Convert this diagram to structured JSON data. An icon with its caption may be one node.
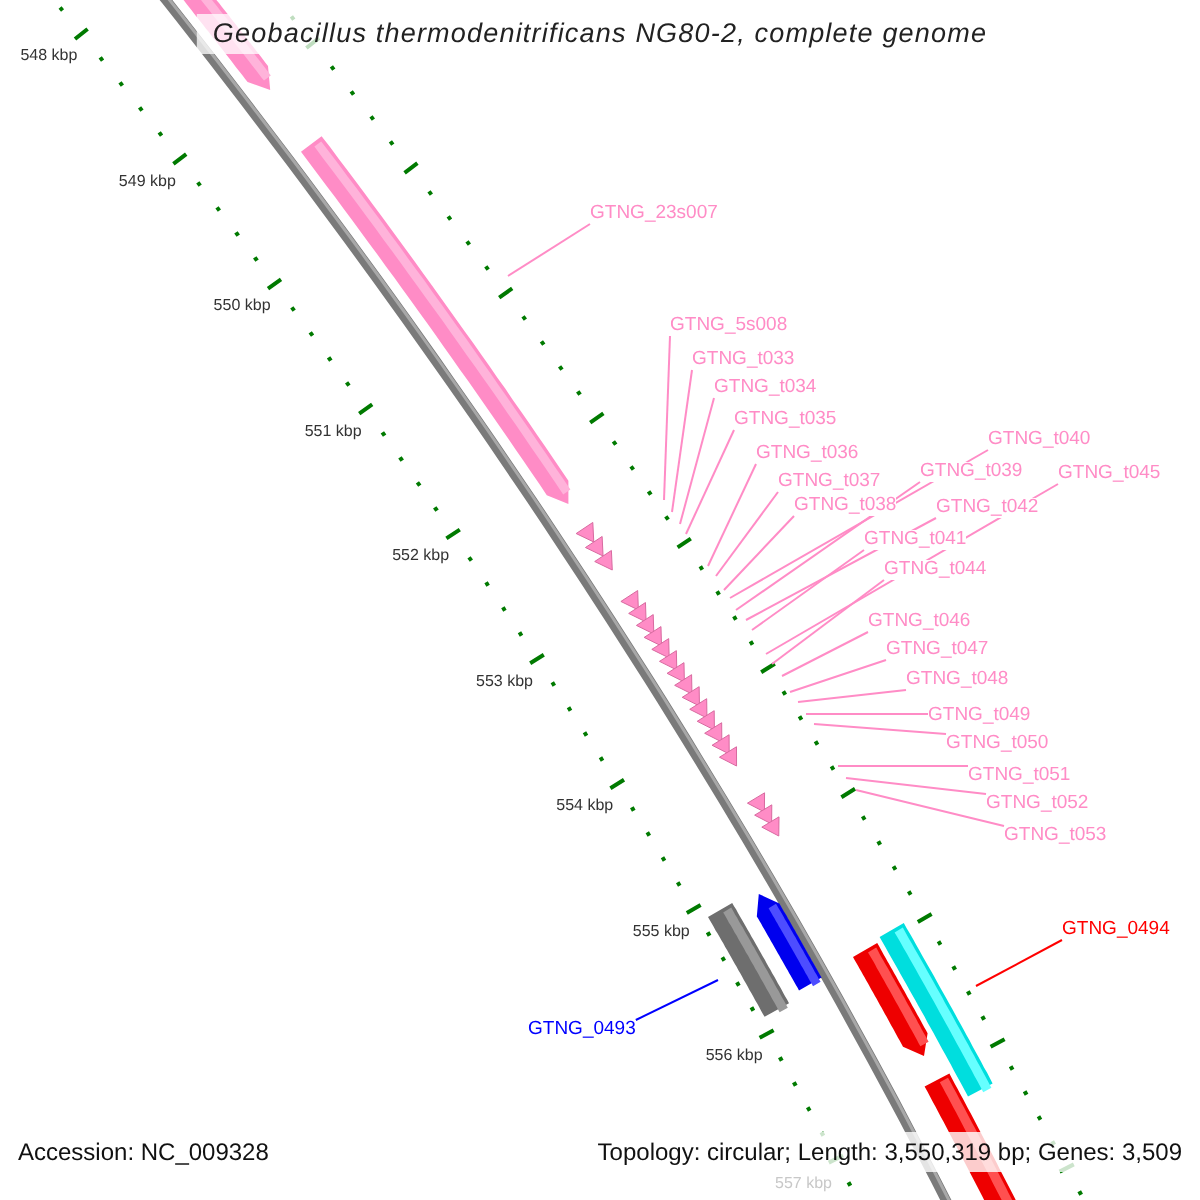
{
  "diagram": {
    "title": "Geobacillus thermodenitrificans NG80-2, complete genome",
    "nodes": [
      {
        "text": [
          "GTNG_23s007"
        ]
      },
      {
        "text": [
          "GTNG_5s008"
        ]
      },
      {
        "text": [
          "GTNG_t033"
        ]
      },
      {
        "text": [
          "GTNG_t034"
        ]
      },
      {
        "text": [
          "GTNG_t035"
        ]
      },
      {
        "text": [
          "GTNG_t036"
        ]
      },
      {
        "text": [
          "GTNG_t037"
        ]
      },
      {
        "text": [
          "GTNG_t038"
        ]
      },
      {
        "text": [
          "GTNG_t039"
        ]
      },
      {
        "text": [
          "GTNG_t040"
        ]
      },
      {
        "text": [
          "GTNG_t041"
        ]
      },
      {
        "text": [
          "GTNG_t042"
        ]
      },
      {
        "text": [
          "GTNG_t044"
        ]
      },
      {
        "text": [
          "GTNG_t045"
        ]
      },
      {
        "text": [
          "GTNG_t046"
        ]
      },
      {
        "text": [
          "GTNG_t047"
        ]
      },
      {
        "text": [
          "GTNG_t048"
        ]
      },
      {
        "text": [
          "GTNG_t049"
        ]
      },
      {
        "text": [
          "GTNG_t050"
        ]
      },
      {
        "text": [
          "GTNG_t051"
        ]
      },
      {
        "text": [
          "GTNG_t052"
        ]
      },
      {
        "text": [
          "GTNG_t053"
        ]
      },
      {
        "text": [
          "GTNG_0494"
        ]
      },
      {
        "text": [
          "GTNG_0493"
        ]
      }
    ],
    "edges": [
      {
        "from": 0,
        "to": null,
        "arrow": "none"
      },
      {
        "from": 1,
        "to": null,
        "arrow": "none"
      },
      {
        "from": 2,
        "to": null,
        "arrow": "none"
      },
      {
        "from": 3,
        "to": null,
        "arrow": "none"
      },
      {
        "from": 4,
        "to": null,
        "arrow": "none"
      },
      {
        "from": 5,
        "to": null,
        "arrow": "none"
      },
      {
        "from": 6,
        "to": null,
        "arrow": "none"
      },
      {
        "from": 7,
        "to": null,
        "arrow": "none"
      },
      {
        "from": 8,
        "to": null,
        "arrow": "none"
      },
      {
        "from": 9,
        "to": null,
        "arrow": "none"
      },
      {
        "from": 10,
        "to": null,
        "arrow": "none"
      },
      {
        "from": 11,
        "to": null,
        "arrow": "none"
      },
      {
        "from": 12,
        "to": null,
        "arrow": "none"
      },
      {
        "from": 13,
        "to": null,
        "arrow": "none"
      },
      {
        "from": 14,
        "to": null,
        "arrow": "none"
      },
      {
        "from": 15,
        "to": null,
        "arrow": "none"
      },
      {
        "from": 16,
        "to": null,
        "arrow": "none"
      },
      {
        "from": 17,
        "to": null,
        "arrow": "none"
      },
      {
        "from": 18,
        "to": null,
        "arrow": "none"
      },
      {
        "from": 19,
        "to": null,
        "arrow": "none"
      },
      {
        "from": 20,
        "to": null,
        "arrow": "none"
      },
      {
        "from": 21,
        "to": null,
        "arrow": "none"
      },
      {
        "from": 22,
        "to": null,
        "arrow": "none",
        "color": "#ff0000"
      },
      {
        "from": 23,
        "to": null,
        "arrow": "none",
        "color": "#0000ff"
      }
    ],
    "labels": [
      "548 kbp",
      "549 kbp",
      "550 kbp",
      "551 kbp",
      "552 kbp",
      "553 kbp",
      "554 kbp",
      "555 kbp",
      "556 kbp",
      "557 kbp",
      "Accession: NC_009328",
      "Topology: circular; Length: 3,550,319 bp; Genes: 3,509"
    ]
  }
}
